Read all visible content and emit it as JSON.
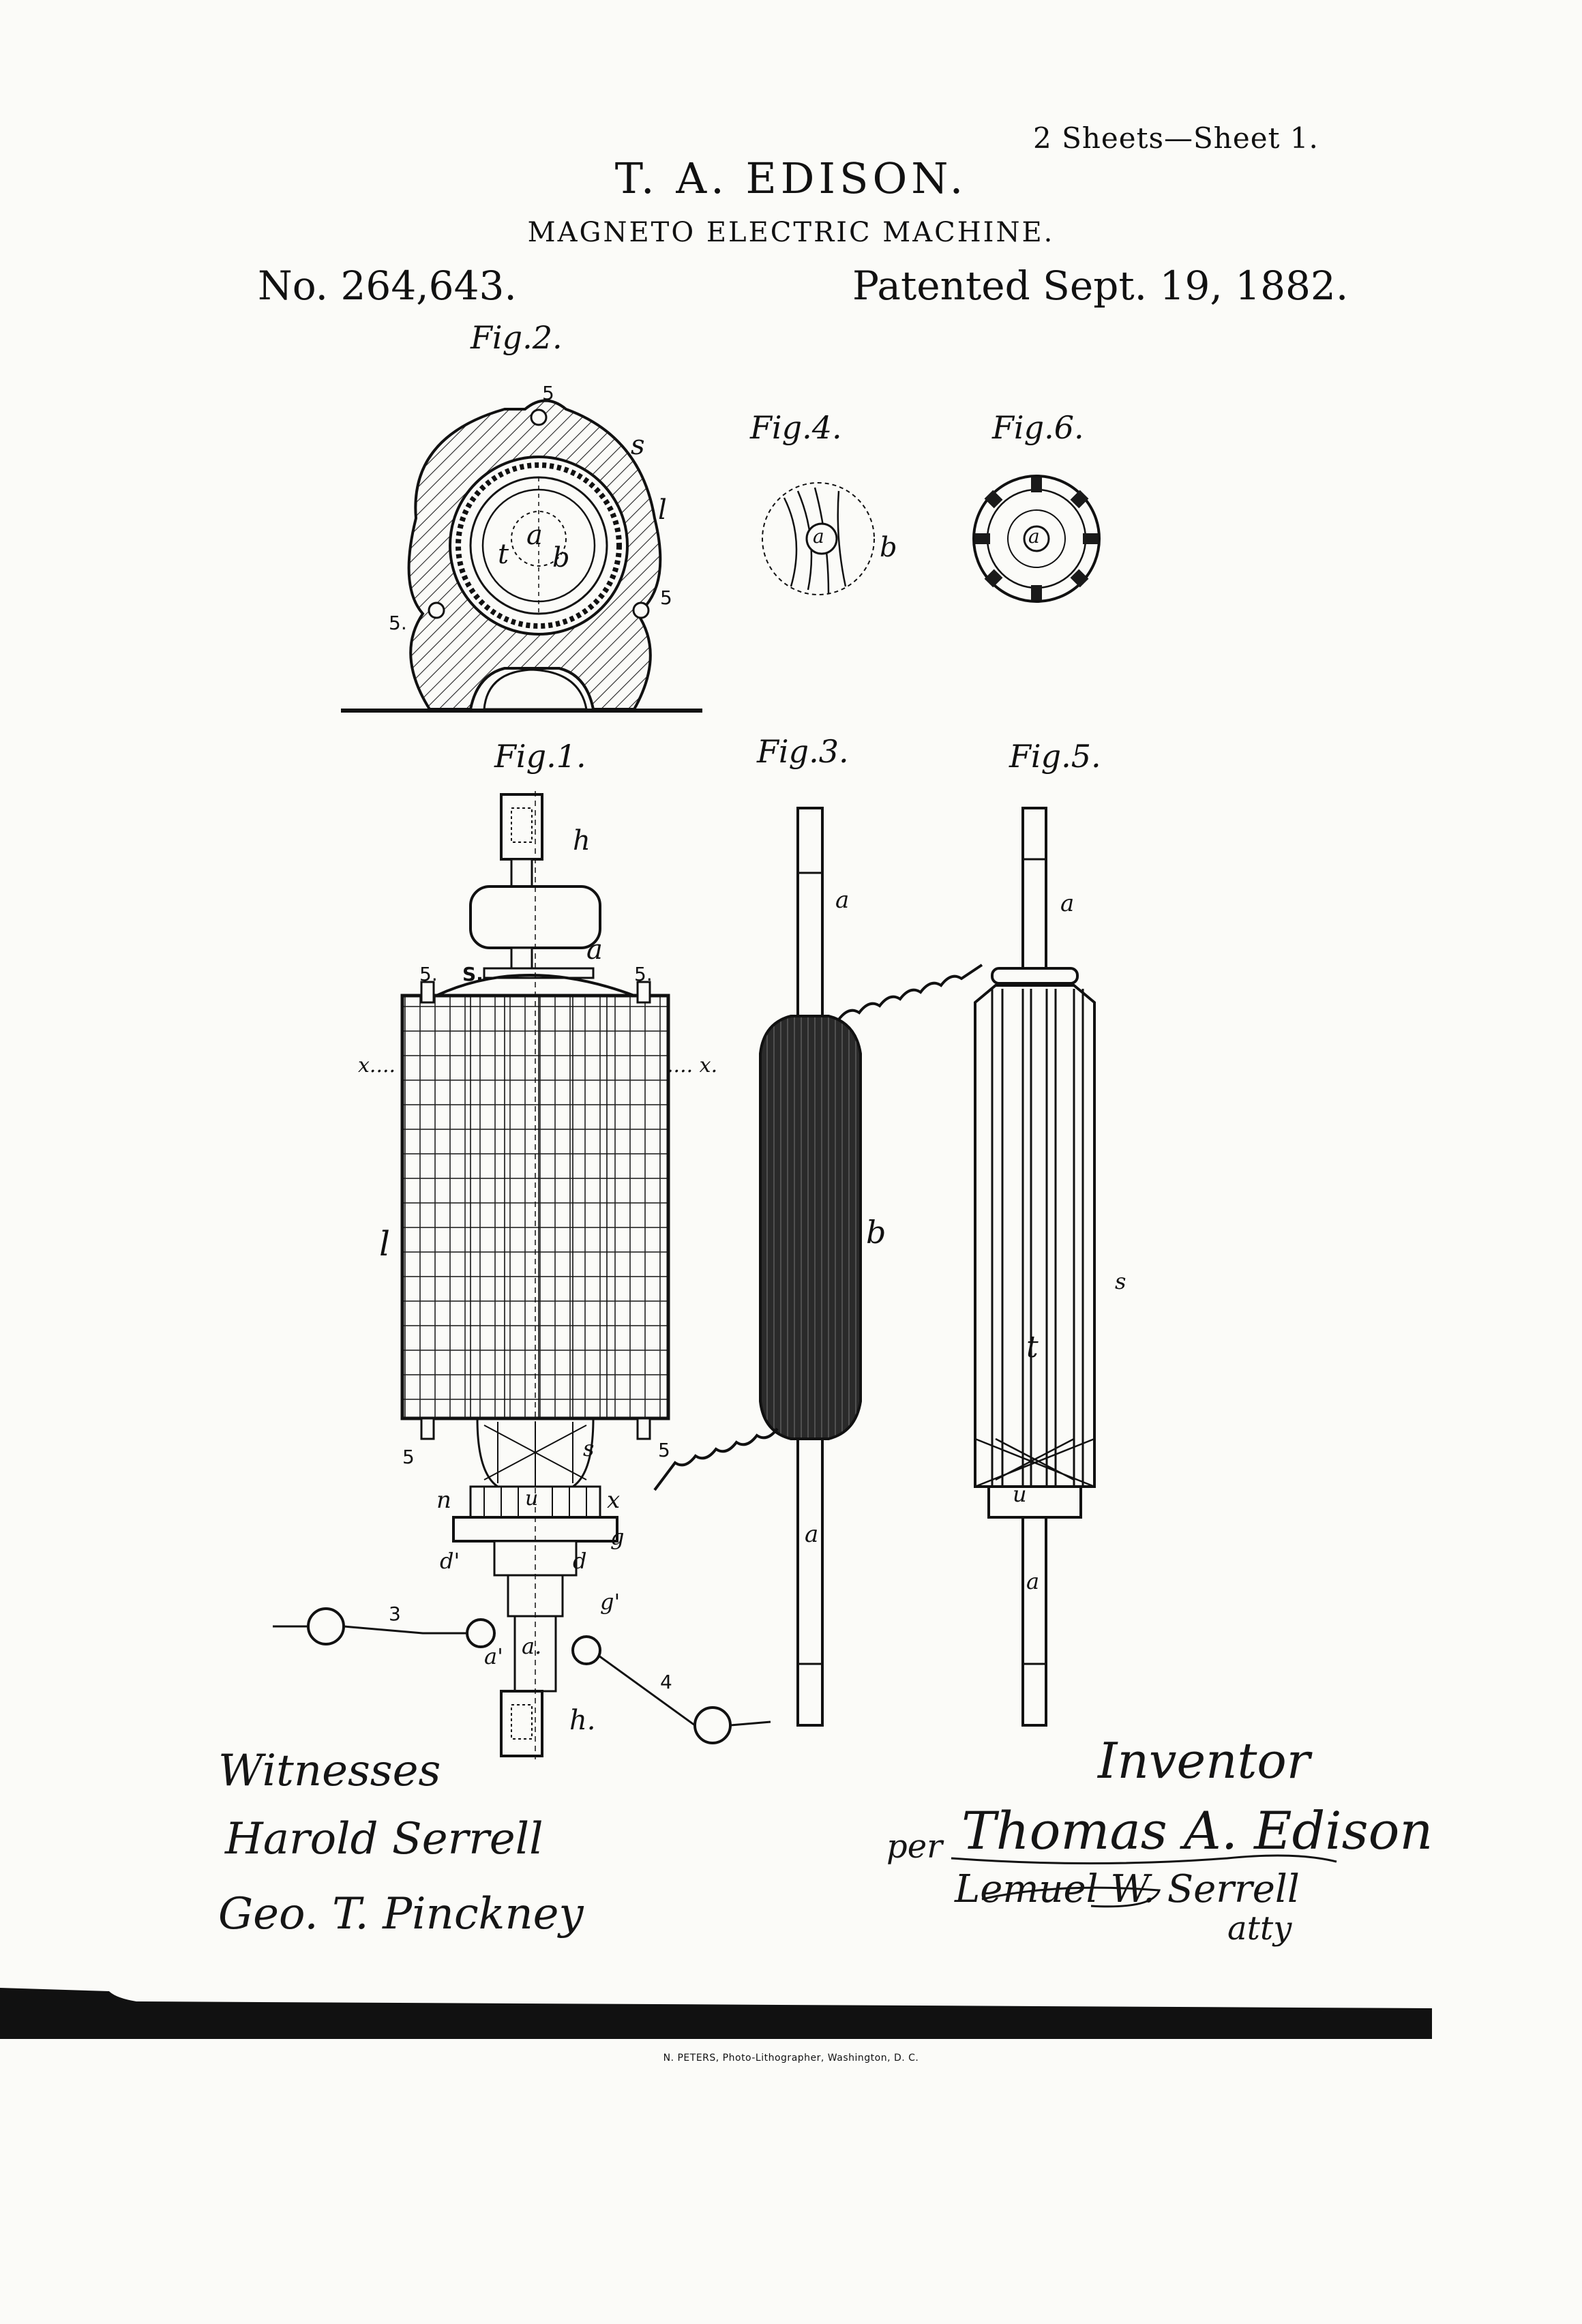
{
  "header": {
    "sheet_note": "2 Sheets—Sheet 1.",
    "inventor": "T. A. EDISON.",
    "title": "MAGNETO ELECTRIC MACHINE.",
    "patent_number": "No. 264,643.",
    "patent_date": "Patented Sept. 19, 1882."
  },
  "figures": {
    "fig1": "Fig.1.",
    "fig2": "Fig.2.",
    "fig3": "Fig.3.",
    "fig4": "Fig.4.",
    "fig5": "Fig.5.",
    "fig6": "Fig.6."
  },
  "reference_marks": {
    "a": "a",
    "b": "b",
    "l": "l",
    "s": "s",
    "S": "S.",
    "t": "t",
    "h": "h",
    "h_dot": "h.",
    "x": "x",
    "x_dots_left": "x....",
    "x_dots_right": ".... x.",
    "n": "n",
    "u": "u",
    "d": "d",
    "d_prime": "d'",
    "g": "g",
    "g_prime": "g'",
    "a_prime": "a'",
    "a_dot": "a.",
    "five": "5",
    "five_dot": "5.",
    "three": "3",
    "four": "4"
  },
  "signatures": {
    "witnesses_label": "Witnesses",
    "witness_1": "Harold Serrell",
    "witness_2": "Geo. T. Pinckney",
    "inventor_label": "Inventor",
    "per": "per",
    "inventor_signature": "Thomas A. Edison",
    "attorney": "Lemuel W. Serrell",
    "attorney_suffix": "atty"
  },
  "footer": {
    "lithographer": "N. PETERS, Photo-Lithographer, Washington, D. C."
  }
}
